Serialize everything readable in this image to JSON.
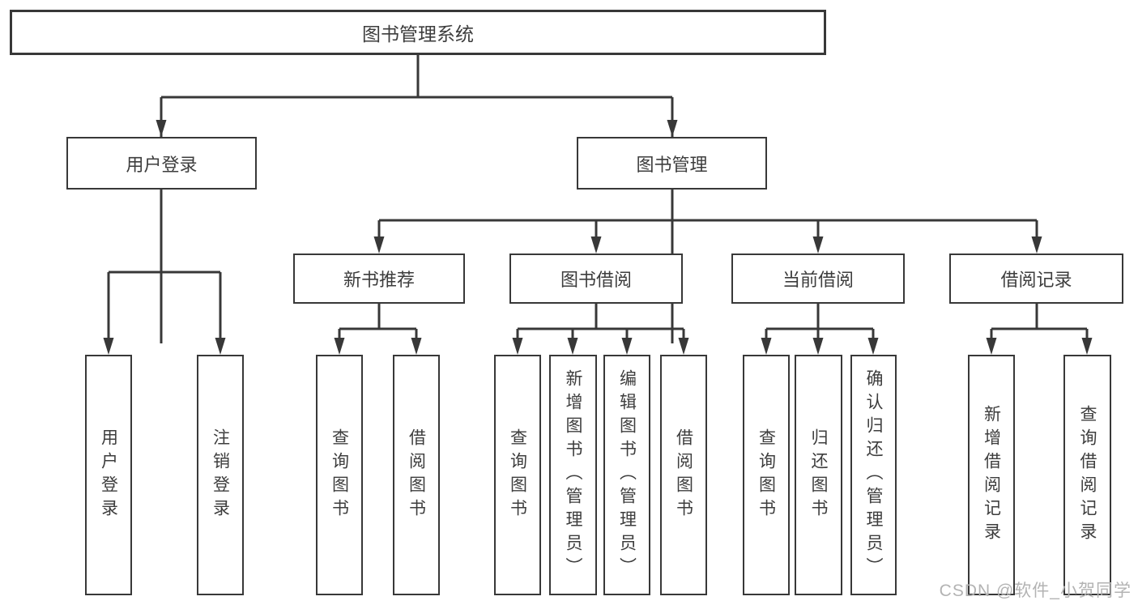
{
  "diagram": {
    "root": {
      "label": "图书管理系统",
      "children": [
        {
          "label": "用户登录",
          "children": [
            {
              "label": "用户登录"
            },
            {
              "label": "注销登录"
            }
          ]
        },
        {
          "label": "图书管理",
          "children": [
            {
              "label": "新书推荐",
              "children": [
                {
                  "label": "查询图书"
                },
                {
                  "label": "借阅图书"
                }
              ]
            },
            {
              "label": "图书借阅",
              "children": [
                {
                  "label": "查询图书"
                },
                {
                  "label": "新增图书（管理员）"
                },
                {
                  "label": "编辑图书（管理员）"
                },
                {
                  "label": "借阅图书"
                }
              ]
            },
            {
              "label": "当前借阅",
              "children": [
                {
                  "label": "查询图书"
                },
                {
                  "label": "归还图书"
                },
                {
                  "label": "确认归还（管理员）"
                }
              ]
            },
            {
              "label": "借阅记录",
              "children": [
                {
                  "label": "新增借阅记录"
                },
                {
                  "label": "查询借阅记录"
                }
              ]
            }
          ]
        }
      ]
    }
  },
  "watermark": {
    "text": "CSDN @软件_小贺同学"
  },
  "colors": {
    "line": "#383838",
    "box_border": "#383838",
    "box_background": "#ffffff",
    "text": "#3d3d3d",
    "watermark": "#b3b3b3",
    "page_background": "#ffffff"
  }
}
